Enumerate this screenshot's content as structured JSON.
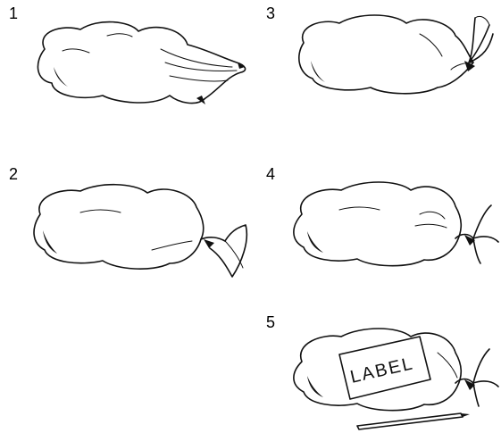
{
  "steps": [
    {
      "number": "1",
      "icon": "loose-bag-icon"
    },
    {
      "number": "2",
      "icon": "twisted-bag-icon"
    },
    {
      "number": "3",
      "icon": "folded-neck-bag-icon"
    },
    {
      "number": "4",
      "icon": "tied-bag-icon"
    },
    {
      "number": "5",
      "icon": "labeled-bag-icon"
    }
  ],
  "label_tag_text": "LABEL",
  "colors": {
    "ink": "#111111",
    "background": "#ffffff"
  }
}
